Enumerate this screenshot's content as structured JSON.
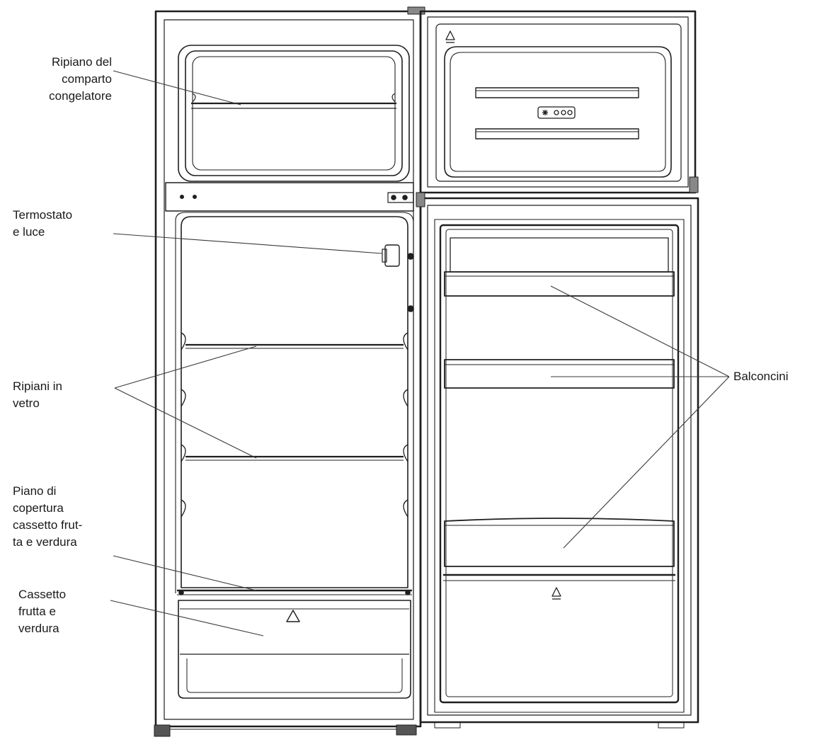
{
  "labels": {
    "freezer_shelf": [
      "Ripiano del",
      "comparto",
      "congelatore"
    ],
    "thermostat": [
      "Termostato",
      "e luce"
    ],
    "glass_shelves": [
      "Ripiani in",
      "vetro"
    ],
    "crisper_cover": [
      "Piano di",
      "copertura",
      "cassetto frut-",
      "ta e verdura"
    ],
    "crisper_drawer": [
      "Cassetto",
      "frutta e",
      "verdura"
    ],
    "door_balconies": [
      "Balconcini"
    ]
  },
  "colors": {
    "line": "#1f1f1f",
    "fill": "#ffffff",
    "text": "#1a1a1a"
  }
}
